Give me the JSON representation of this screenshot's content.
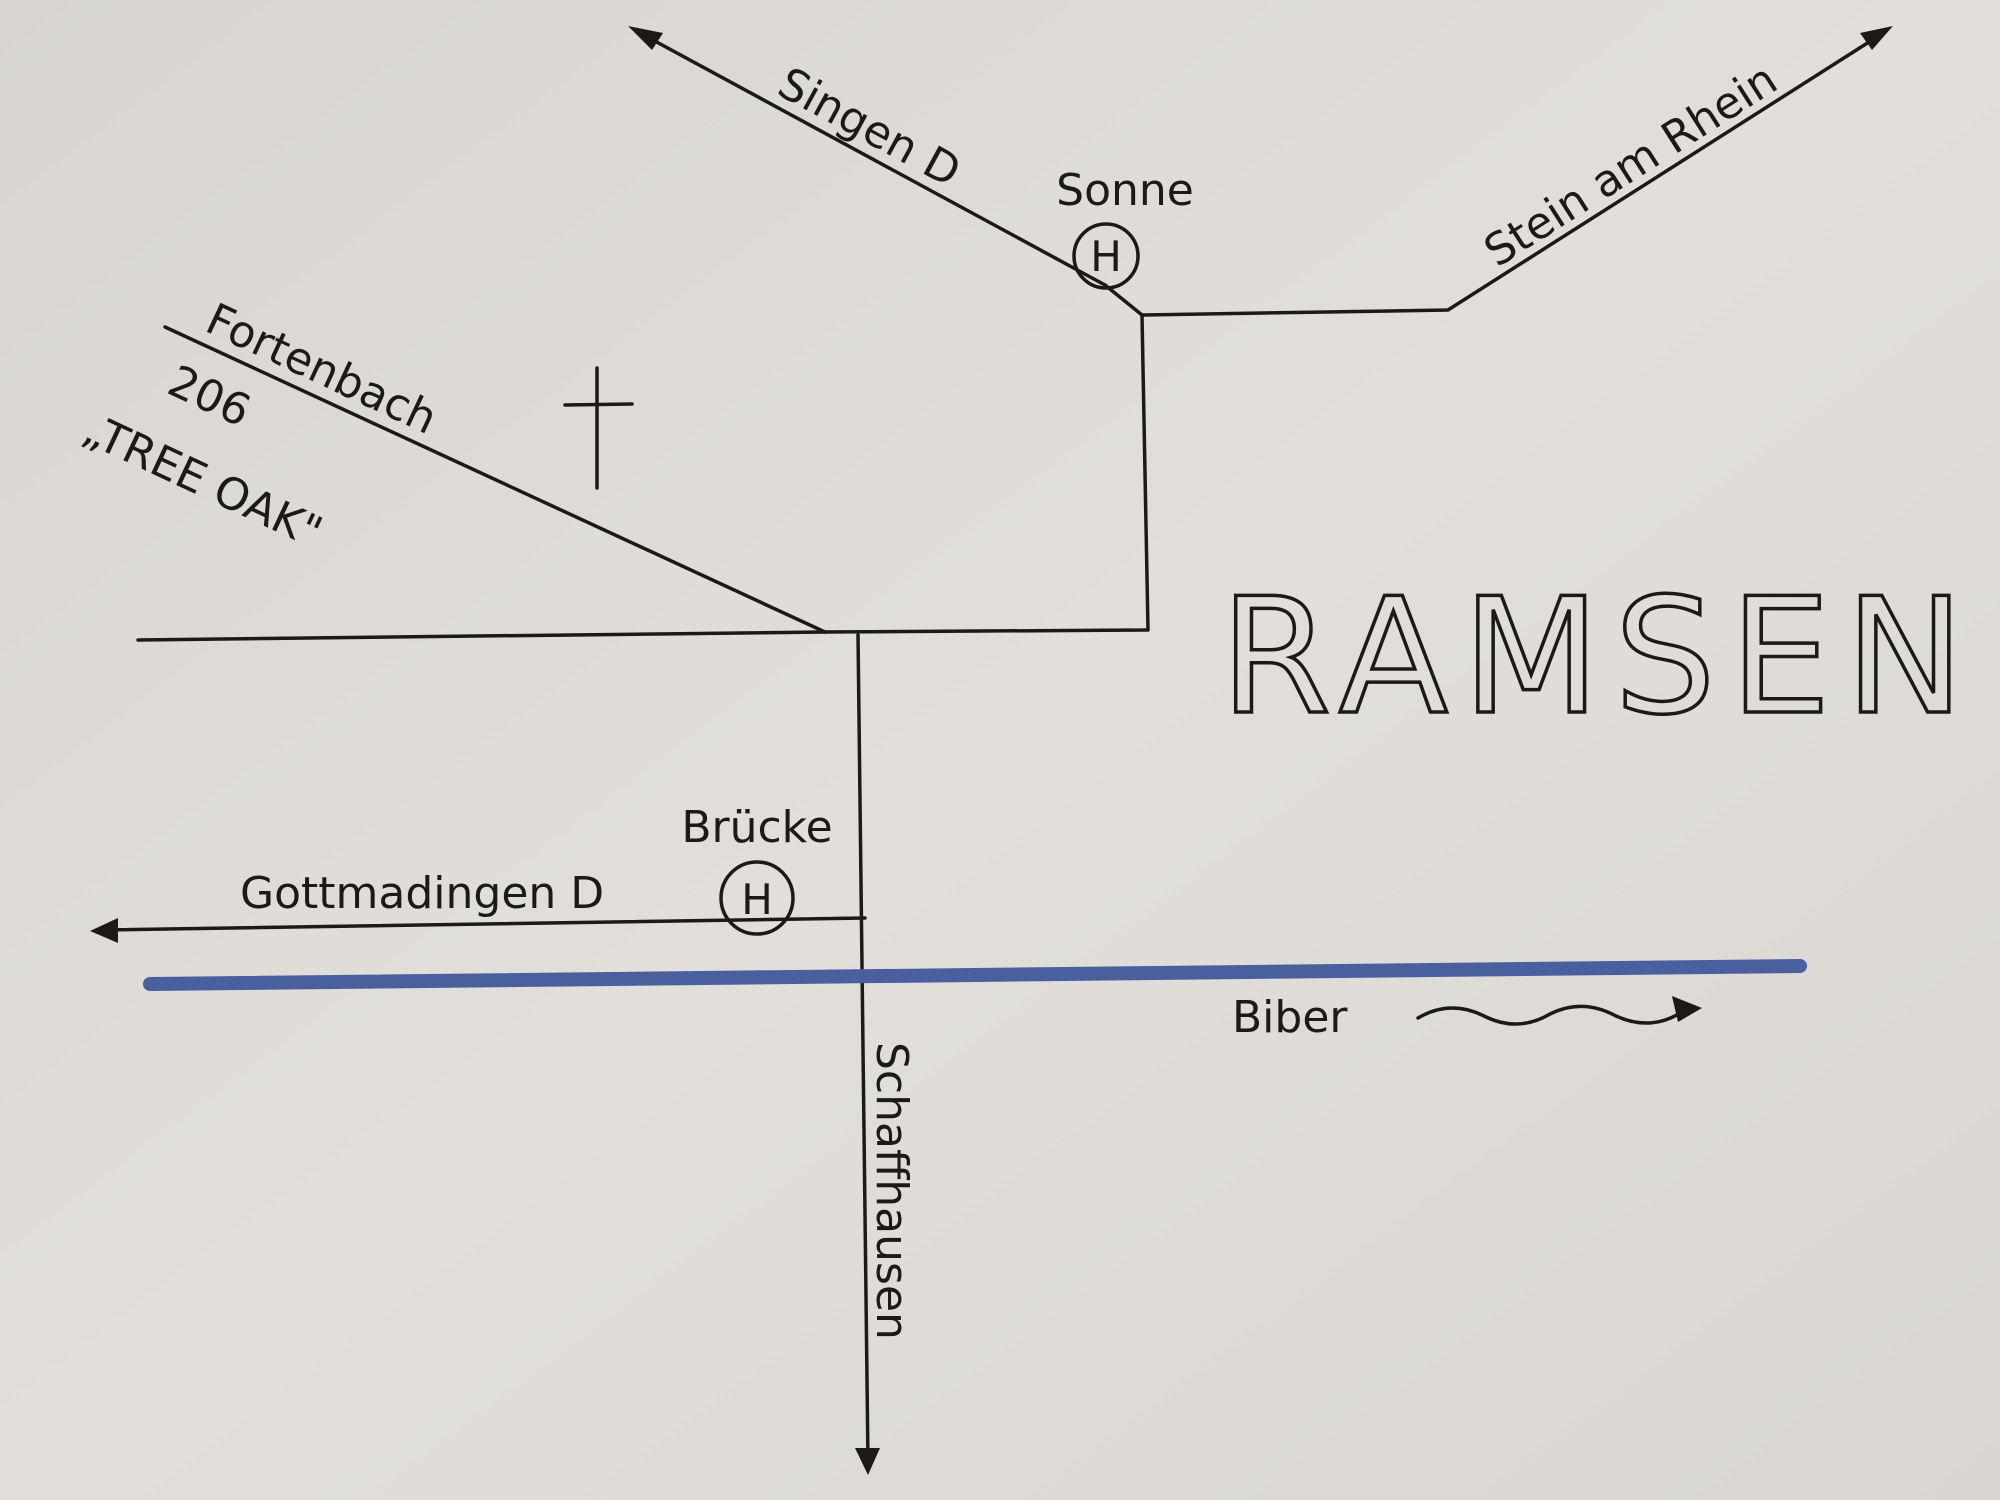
{
  "town": "RAMSEN",
  "roads": {
    "singen": "Singen D",
    "stein": "Stein am Rhein",
    "fortenbach": "Fortenbach",
    "fortenbach_number": "206",
    "fortenbach_name": "„TREE OAK\"",
    "gottmadingen": "Gottmadingen D",
    "schaffhausen": "Schaffhausen"
  },
  "stops": [
    {
      "name": "Sonne",
      "symbol": "H"
    },
    {
      "name": "Brücke",
      "symbol": "H"
    }
  ],
  "river": {
    "name": "Biber",
    "color": "#4a5f9e"
  },
  "colors": {
    "paper": "#dcd9d4",
    "ink": "#1c1a18"
  }
}
